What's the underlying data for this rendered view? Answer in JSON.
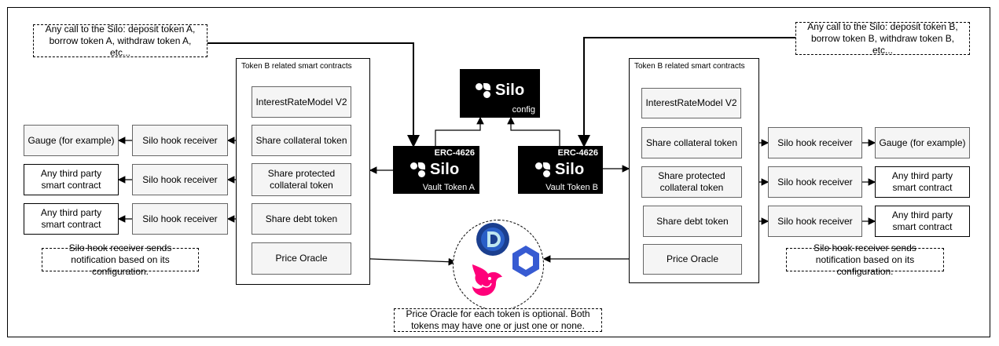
{
  "notes": {
    "left_call": "Any call to the Silo: deposit token A, borrow token A, withdraw token A, etc...",
    "right_call": "Any call to the Silo: deposit token B, borrow token B, withdraw token B, etc...",
    "left_hook_note": "Silo hook receiver sends notification based on its configuration.",
    "right_hook_note": "Silo hook receiver sends notification based on its configuration.",
    "oracle_note": "Price Oracle for each token is optional. Both tokens may have one or just one or none."
  },
  "config": {
    "logo": "Silo",
    "label": "config"
  },
  "vault_a": {
    "standard": "ERC-4626",
    "logo": "Silo",
    "label": "Vault Token A"
  },
  "vault_b": {
    "standard": "ERC-4626",
    "logo": "Silo",
    "label": "Vault Token B"
  },
  "left_group": {
    "title": "Token B related smart contracts",
    "items": [
      "InterestRateModel V2",
      "Share collateral token",
      "Share protected collateral token",
      "Share debt token",
      "Price Oracle"
    ]
  },
  "right_group": {
    "title": "Token B related smart contracts",
    "items": [
      "InterestRateModel V2",
      "Share collateral token",
      "Share protected collateral token",
      "Share debt token",
      "Price Oracle"
    ]
  },
  "left_hooks": [
    "Silo hook receiver",
    "Silo hook receiver",
    "Silo hook receiver"
  ],
  "right_hooks": [
    "Silo hook receiver",
    "Silo hook receiver",
    "Silo hook receiver"
  ],
  "left_targets": [
    "Gauge (for example)",
    "Any third party smart contract",
    "Any third party smart contract"
  ],
  "right_targets": [
    "Gauge (for example)",
    "Any third party smart contract",
    "Any third party smart contract"
  ],
  "oracle_icons": [
    "dia-oracle-icon",
    "chainlink-icon",
    "uniswap-icon"
  ],
  "colors": {
    "uniswap": "#ff007a",
    "chainlink": "#375bd2",
    "dia": "#1b3f8f"
  }
}
